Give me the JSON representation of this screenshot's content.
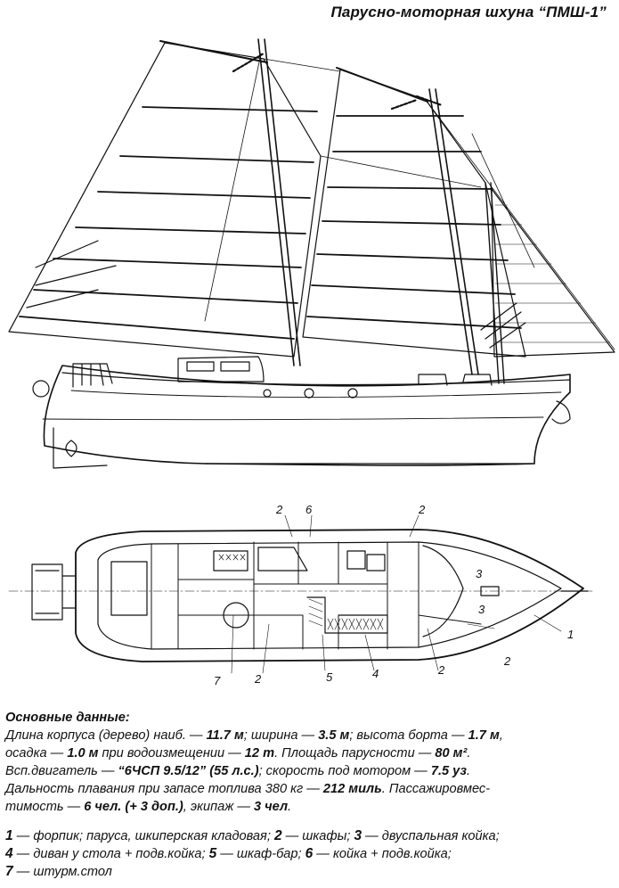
{
  "title": "Парусно-моторная шхуна “ПМШ-1”",
  "plan_labels": {
    "top": [
      "2",
      "6",
      "2"
    ],
    "right": [
      "3",
      "3",
      "1",
      "2"
    ],
    "bottom": [
      "7",
      "2",
      "5",
      "4",
      "2"
    ]
  },
  "specs": {
    "heading": "Основные данные:",
    "line1": {
      "a": "Длина корпуса (дерево) наиб. — ",
      "length": "11.7 м",
      "b": "; ширина — ",
      "beam": "3.5 м",
      "c": "; высота борта — ",
      "depth": "1.7 м",
      "d": ","
    },
    "line2": {
      "a": "осадка — ",
      "draft": "1.0 м",
      "b": " при водоизмещении — ",
      "displacement": "12 т",
      "c": ". Площадь парусности — ",
      "sail_area": "80 м²",
      "d": "."
    },
    "line3": {
      "a": "Всп.двигатель — ",
      "engine": "“6ЧСП 9.5/12”",
      "engine_power": " (55 л.с.)",
      "b": "; скорость под мотором — ",
      "speed": "7.5 уз",
      "c": "."
    },
    "line4": {
      "a": "Дальность плавания при запасе топлива 380 кг — ",
      "range": "212 миль",
      "b": ". Пассажировмес-"
    },
    "line5": {
      "a": "тимость — ",
      "passengers": "6 чел.",
      "extra": " (+ 3 доп.)",
      "b": ", экипаж — ",
      "crew": "3 чел",
      "c": "."
    }
  },
  "legend": {
    "line1": [
      {
        "n": "1",
        "t": " — форпик; паруса, шкиперская кладовая; "
      },
      {
        "n": "2",
        "t": " — шкафы; "
      },
      {
        "n": "3",
        "t": " — двуспальная койка;"
      }
    ],
    "line2": [
      {
        "n": "4",
        "t": " — диван у стола + подв.койка; "
      },
      {
        "n": "5",
        "t": " — шкаф-бар; "
      },
      {
        "n": "6",
        "t": " — койка + подв.койка;"
      }
    ],
    "line3": [
      {
        "n": "7",
        "t": " — штурм.стол"
      }
    ]
  }
}
